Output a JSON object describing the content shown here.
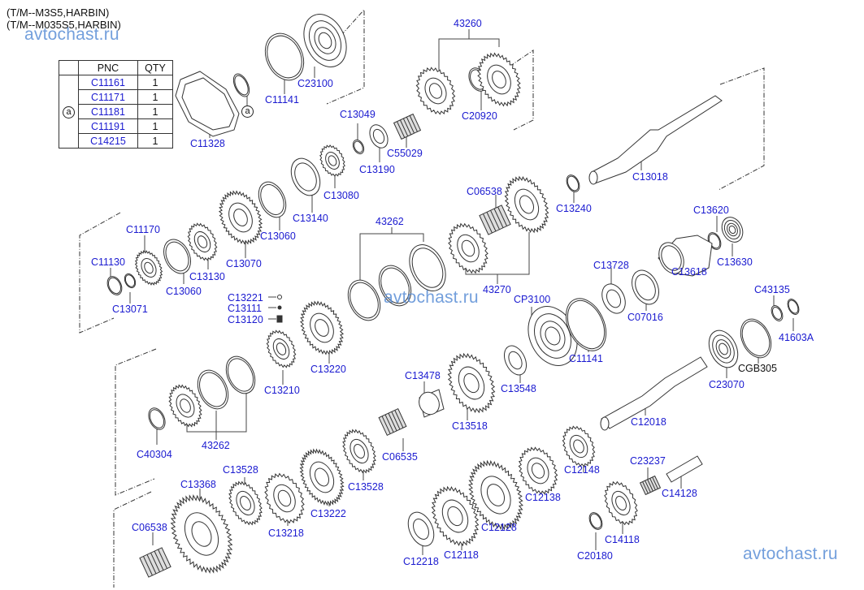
{
  "header": {
    "line1": "(T/M--M3S5,HARBIN)",
    "line2": "(T/M--M035S5,HARBIN)"
  },
  "watermarks": [
    "avtochast.ru",
    "avtochast.ru",
    "avtochast.ru"
  ],
  "table": {
    "headers": [
      "",
      "PNC",
      "QTY"
    ],
    "group_key": "a",
    "rows": [
      {
        "pnc": "C11161",
        "qty": "1"
      },
      {
        "pnc": "C11171",
        "qty": "1"
      },
      {
        "pnc": "C11181",
        "qty": "1"
      },
      {
        "pnc": "C11191",
        "qty": "1"
      },
      {
        "pnc": "C14215",
        "qty": "1"
      }
    ]
  },
  "ref_marker": "a",
  "colors": {
    "label": "#1a1ad0",
    "label_black": "#111111",
    "watermark": "#5b8fd6",
    "line": "#333333"
  },
  "labels": [
    {
      "id": "C23100",
      "text": "C23100"
    },
    {
      "id": "C11141_top",
      "text": "C11141"
    },
    {
      "id": "C11328",
      "text": "C11328"
    },
    {
      "id": "43260",
      "text": "43260"
    },
    {
      "id": "C20920",
      "text": "C20920"
    },
    {
      "id": "C13049",
      "text": "C13049"
    },
    {
      "id": "C55029",
      "text": "C55029"
    },
    {
      "id": "C13190",
      "text": "C13190"
    },
    {
      "id": "C13018",
      "text": "C13018"
    },
    {
      "id": "C13080",
      "text": "C13080"
    },
    {
      "id": "C13140",
      "text": "C13140"
    },
    {
      "id": "C13060_a",
      "text": "C13060"
    },
    {
      "id": "C13070",
      "text": "C13070"
    },
    {
      "id": "C13130",
      "text": "C13130"
    },
    {
      "id": "C13060_b",
      "text": "C13060"
    },
    {
      "id": "C11170",
      "text": "C11170"
    },
    {
      "id": "C11130",
      "text": "C11130"
    },
    {
      "id": "C13071",
      "text": "C13071"
    },
    {
      "id": "C06538_top",
      "text": "C06538"
    },
    {
      "id": "C13240",
      "text": "C13240"
    },
    {
      "id": "43262_top",
      "text": "43262"
    },
    {
      "id": "43270",
      "text": "43270"
    },
    {
      "id": "C13620",
      "text": "C13620"
    },
    {
      "id": "C13630",
      "text": "C13630"
    },
    {
      "id": "C13728",
      "text": "C13728"
    },
    {
      "id": "C13618",
      "text": "C13618"
    },
    {
      "id": "C07016",
      "text": "C07016"
    },
    {
      "id": "C43135",
      "text": "C43135"
    },
    {
      "id": "41603A",
      "text": "41603A"
    },
    {
      "id": "CGB305",
      "text": "CGB305"
    },
    {
      "id": "C13221",
      "text": "C13221"
    },
    {
      "id": "C13111",
      "text": "C13111"
    },
    {
      "id": "C13120",
      "text": "C13120"
    },
    {
      "id": "C13220",
      "text": "C13220"
    },
    {
      "id": "C13210",
      "text": "C13210"
    },
    {
      "id": "CP3100",
      "text": "CP3100"
    },
    {
      "id": "C11141_mid",
      "text": "C11141"
    },
    {
      "id": "C13478",
      "text": "C13478"
    },
    {
      "id": "C13548",
      "text": "C13548"
    },
    {
      "id": "C13518",
      "text": "C13518"
    },
    {
      "id": "C23070",
      "text": "C23070"
    },
    {
      "id": "C12018",
      "text": "C12018"
    },
    {
      "id": "43262_bot",
      "text": "43262"
    },
    {
      "id": "C40304",
      "text": "C40304"
    },
    {
      "id": "C06535",
      "text": "C06535"
    },
    {
      "id": "C13528_a",
      "text": "C13528"
    },
    {
      "id": "C13528_b",
      "text": "C13528"
    },
    {
      "id": "C13368",
      "text": "C13368"
    },
    {
      "id": "C13222",
      "text": "C13222"
    },
    {
      "id": "C13218",
      "text": "C13218"
    },
    {
      "id": "C06538_bot",
      "text": "C06538"
    },
    {
      "id": "C12148",
      "text": "C12148"
    },
    {
      "id": "C12138",
      "text": "C12138"
    },
    {
      "id": "C23237",
      "text": "C23237"
    },
    {
      "id": "C14128",
      "text": "C14128"
    },
    {
      "id": "C12128",
      "text": "C12128"
    },
    {
      "id": "C12118",
      "text": "C12118"
    },
    {
      "id": "C12218",
      "text": "C12218"
    },
    {
      "id": "C14118",
      "text": "C14118"
    },
    {
      "id": "C20180",
      "text": "C20180"
    }
  ]
}
